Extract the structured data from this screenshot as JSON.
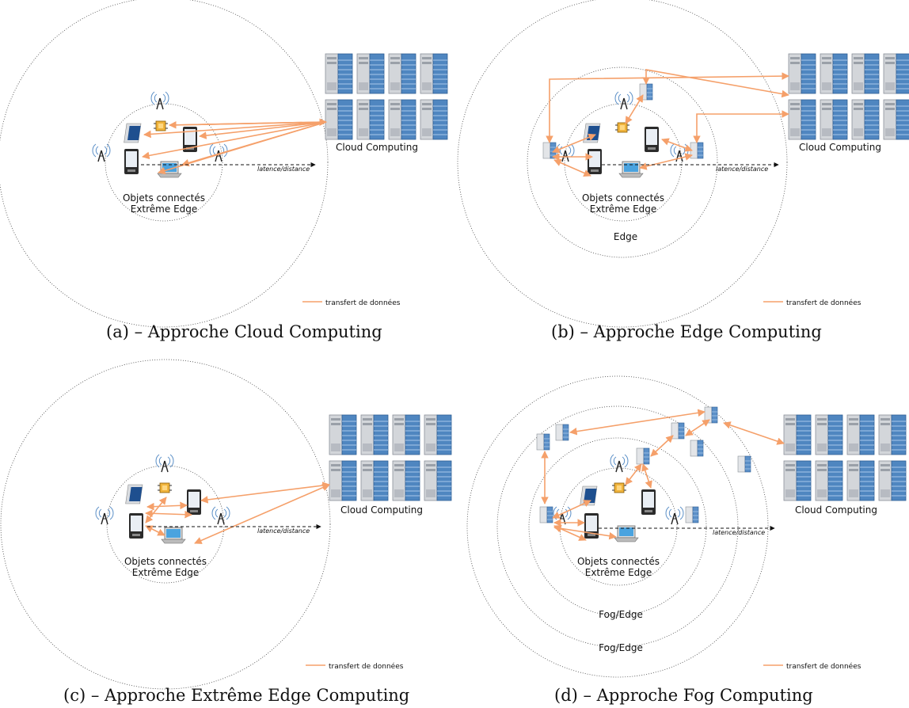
{
  "panels": [
    {
      "id": "a",
      "caption": "(a) – Approche Cloud Computing",
      "cloud_label": "Cloud Computing",
      "latency_label": "latence/distance",
      "ring_labels": [
        "Objets connectés",
        "Extrême Edge"
      ],
      "extra_ring_labels": [],
      "legend_label": "transfert de données"
    },
    {
      "id": "b",
      "caption": "(b) – Approche Edge Computing",
      "cloud_label": "Cloud Computing",
      "latency_label": "latence/distance",
      "ring_labels": [
        "Objets connectés",
        "Extrême Edge"
      ],
      "extra_ring_labels": [
        "Edge"
      ],
      "legend_label": "transfert de données"
    },
    {
      "id": "c",
      "caption": "(c) – Approche Extrême Edge Computing",
      "cloud_label": "Cloud Computing",
      "latency_label": "latence/distance",
      "ring_labels": [
        "Objets connectés",
        "Extrême Edge"
      ],
      "extra_ring_labels": [],
      "legend_label": "transfert de données"
    },
    {
      "id": "d",
      "caption": "(d) – Approche Fog Computing",
      "cloud_label": "Cloud Computing",
      "latency_label": "latence/distance",
      "ring_labels": [
        "Objets connectés",
        "Extrême Edge"
      ],
      "extra_ring_labels": [
        "Fog/Edge",
        "Fog/Edge"
      ],
      "legend_label": "transfert de données"
    }
  ],
  "colors": {
    "transfer": "#f5a06a",
    "server_blue": "#5b8fc7",
    "server_grey": "#c9ccd1",
    "ring": "#444444"
  },
  "icons": [
    "server-rack-icon",
    "antenna-icon",
    "smartphone-icon",
    "tablet-icon",
    "laptop-icon",
    "chip-icon",
    "edge-server-icon"
  ]
}
